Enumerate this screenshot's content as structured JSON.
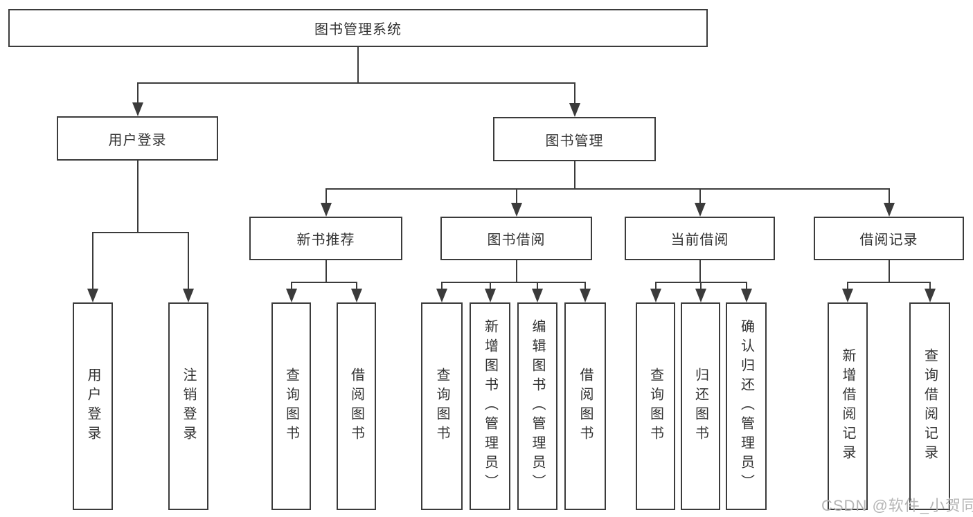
{
  "tree": {
    "label": "图书管理系统",
    "children": [
      {
        "label": "用户登录",
        "children": [
          {
            "label": "用户登录"
          },
          {
            "label": "注销登录"
          }
        ]
      },
      {
        "label": "图书管理",
        "children": [
          {
            "label": "新书推荐",
            "children": [
              {
                "label": "查询图书"
              },
              {
                "label": "借阅图书"
              }
            ]
          },
          {
            "label": "图书借阅",
            "children": [
              {
                "label": "查询图书"
              },
              {
                "label": "新增图书（管理员）"
              },
              {
                "label": "编辑图书（管理员）"
              },
              {
                "label": "借阅图书"
              }
            ]
          },
          {
            "label": "当前借阅",
            "children": [
              {
                "label": "查询图书"
              },
              {
                "label": "归还图书"
              },
              {
                "label": "确认归还（管理员）"
              }
            ]
          },
          {
            "label": "借阅记录",
            "children": [
              {
                "label": "新增借阅记录"
              },
              {
                "label": "查询借阅记录"
              }
            ]
          }
        ]
      }
    ]
  },
  "watermark": {
    "text": "CSDN @软件_小贺同学",
    "color": "#b5b5b5"
  },
  "colors": {
    "line": "#3b3b3b",
    "text": "#333333",
    "box_background": "#ffffff"
  }
}
